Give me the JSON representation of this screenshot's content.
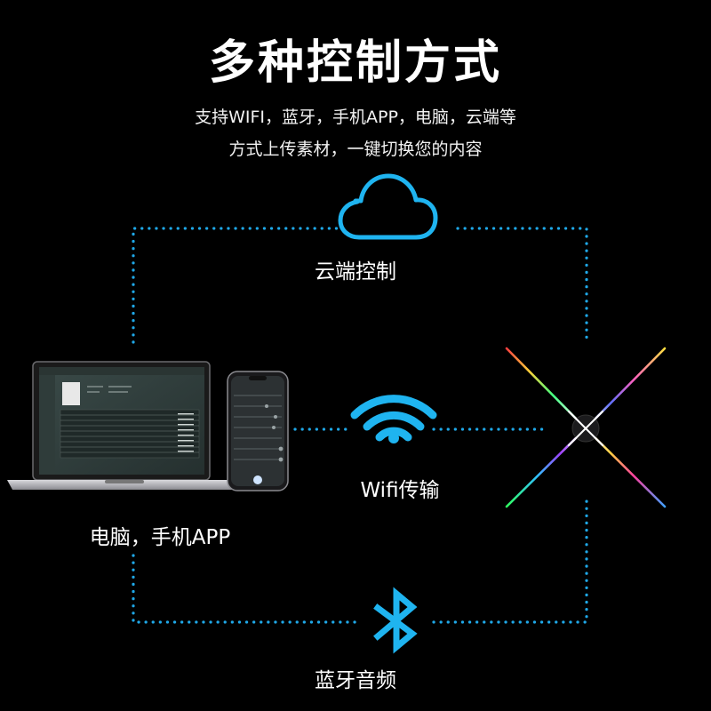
{
  "header": {
    "title": "多种控制方式",
    "subtitle_line1": "支持WIFI，蓝牙，手机APP，电脑，云端等",
    "subtitle_line2": "方式上传素材，一键切换您的内容"
  },
  "nodes": {
    "cloud_label": "云端控制",
    "wifi_label": "Wifi传输",
    "bluetooth_label": "蓝牙音频",
    "devices_label": "电脑，手机APP"
  },
  "colors": {
    "background": "#000000",
    "accent_blue": "#1fb4f0",
    "dotted_line": "#1fa8e8",
    "text": "#ffffff"
  },
  "icons": [
    "cloud-icon",
    "wifi-icon",
    "bluetooth-icon",
    "laptop-icon",
    "phone-icon",
    "hologram-fan-icon"
  ]
}
